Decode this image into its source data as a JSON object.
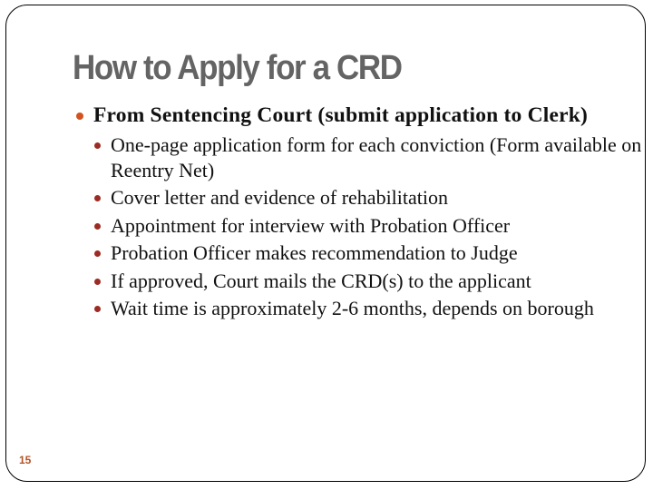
{
  "slide": {
    "title": "How to Apply for a CRD",
    "page_number": "15",
    "colors": {
      "title": "#646464",
      "level1_bullet": "#d2531f",
      "level2_bullet": "#9b2c23",
      "page_number": "#b35226",
      "frame": "#000000"
    },
    "bullets": [
      {
        "text": "From Sentencing Court (submit application to Clerk)",
        "sub": [
          "One-page application form for each conviction (Form available on Reentry Net)",
          "Cover letter and evidence of rehabilitation",
          "Appointment for interview with Probation Officer",
          "Probation Officer makes recommendation to Judge",
          "If approved, Court mails the CRD(s) to the applicant",
          "Wait time is approximately 2-6 months, depends on borough"
        ]
      }
    ]
  }
}
